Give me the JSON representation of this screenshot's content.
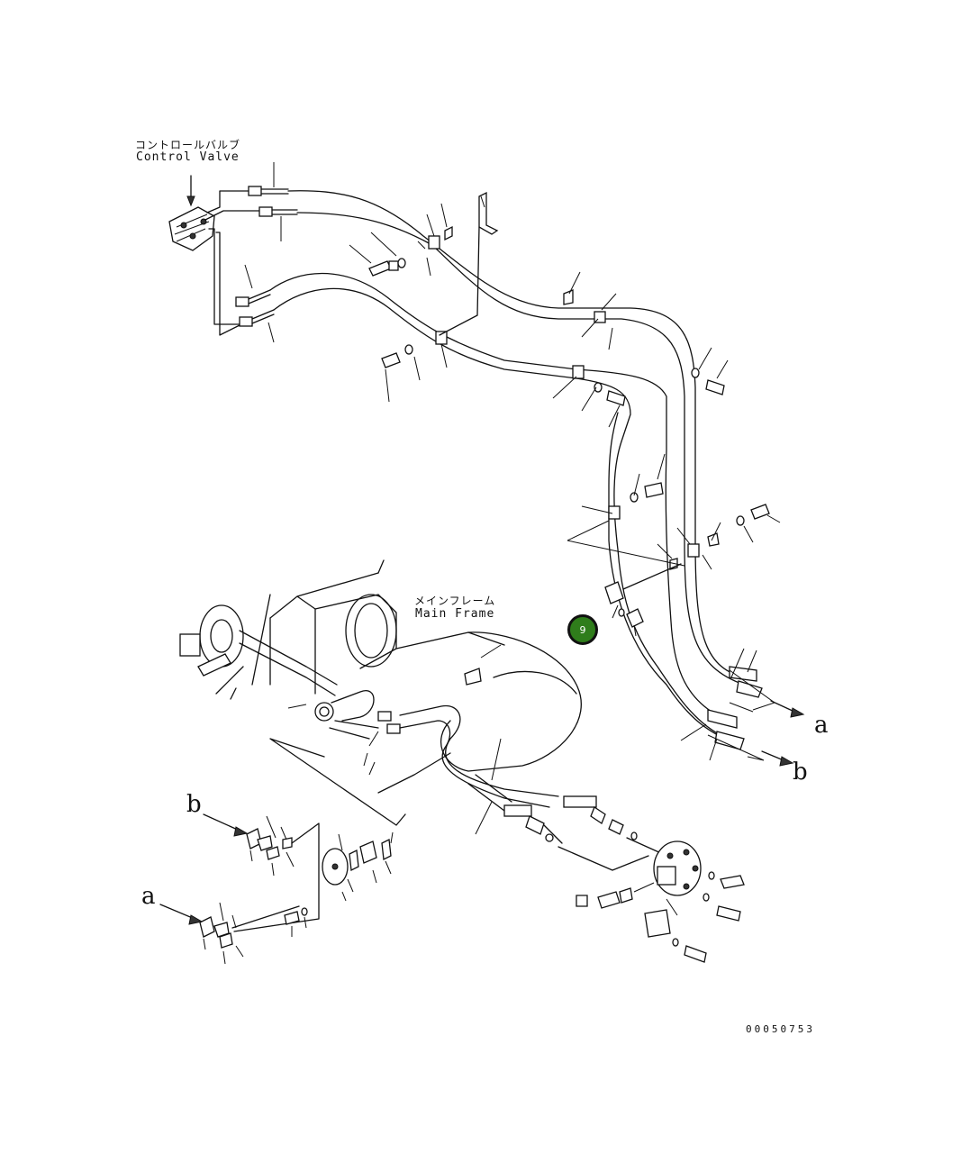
{
  "labels": {
    "control_valve_jp": "コントロールバルブ",
    "control_valve_en": "Control Valve",
    "main_frame_jp": "メインフレーム",
    "main_frame_en": "Main Frame"
  },
  "connectors": {
    "a": "a",
    "b": "b"
  },
  "callout": {
    "number": "9",
    "color": "#2f7d1b"
  },
  "drawing_number": "00050753"
}
